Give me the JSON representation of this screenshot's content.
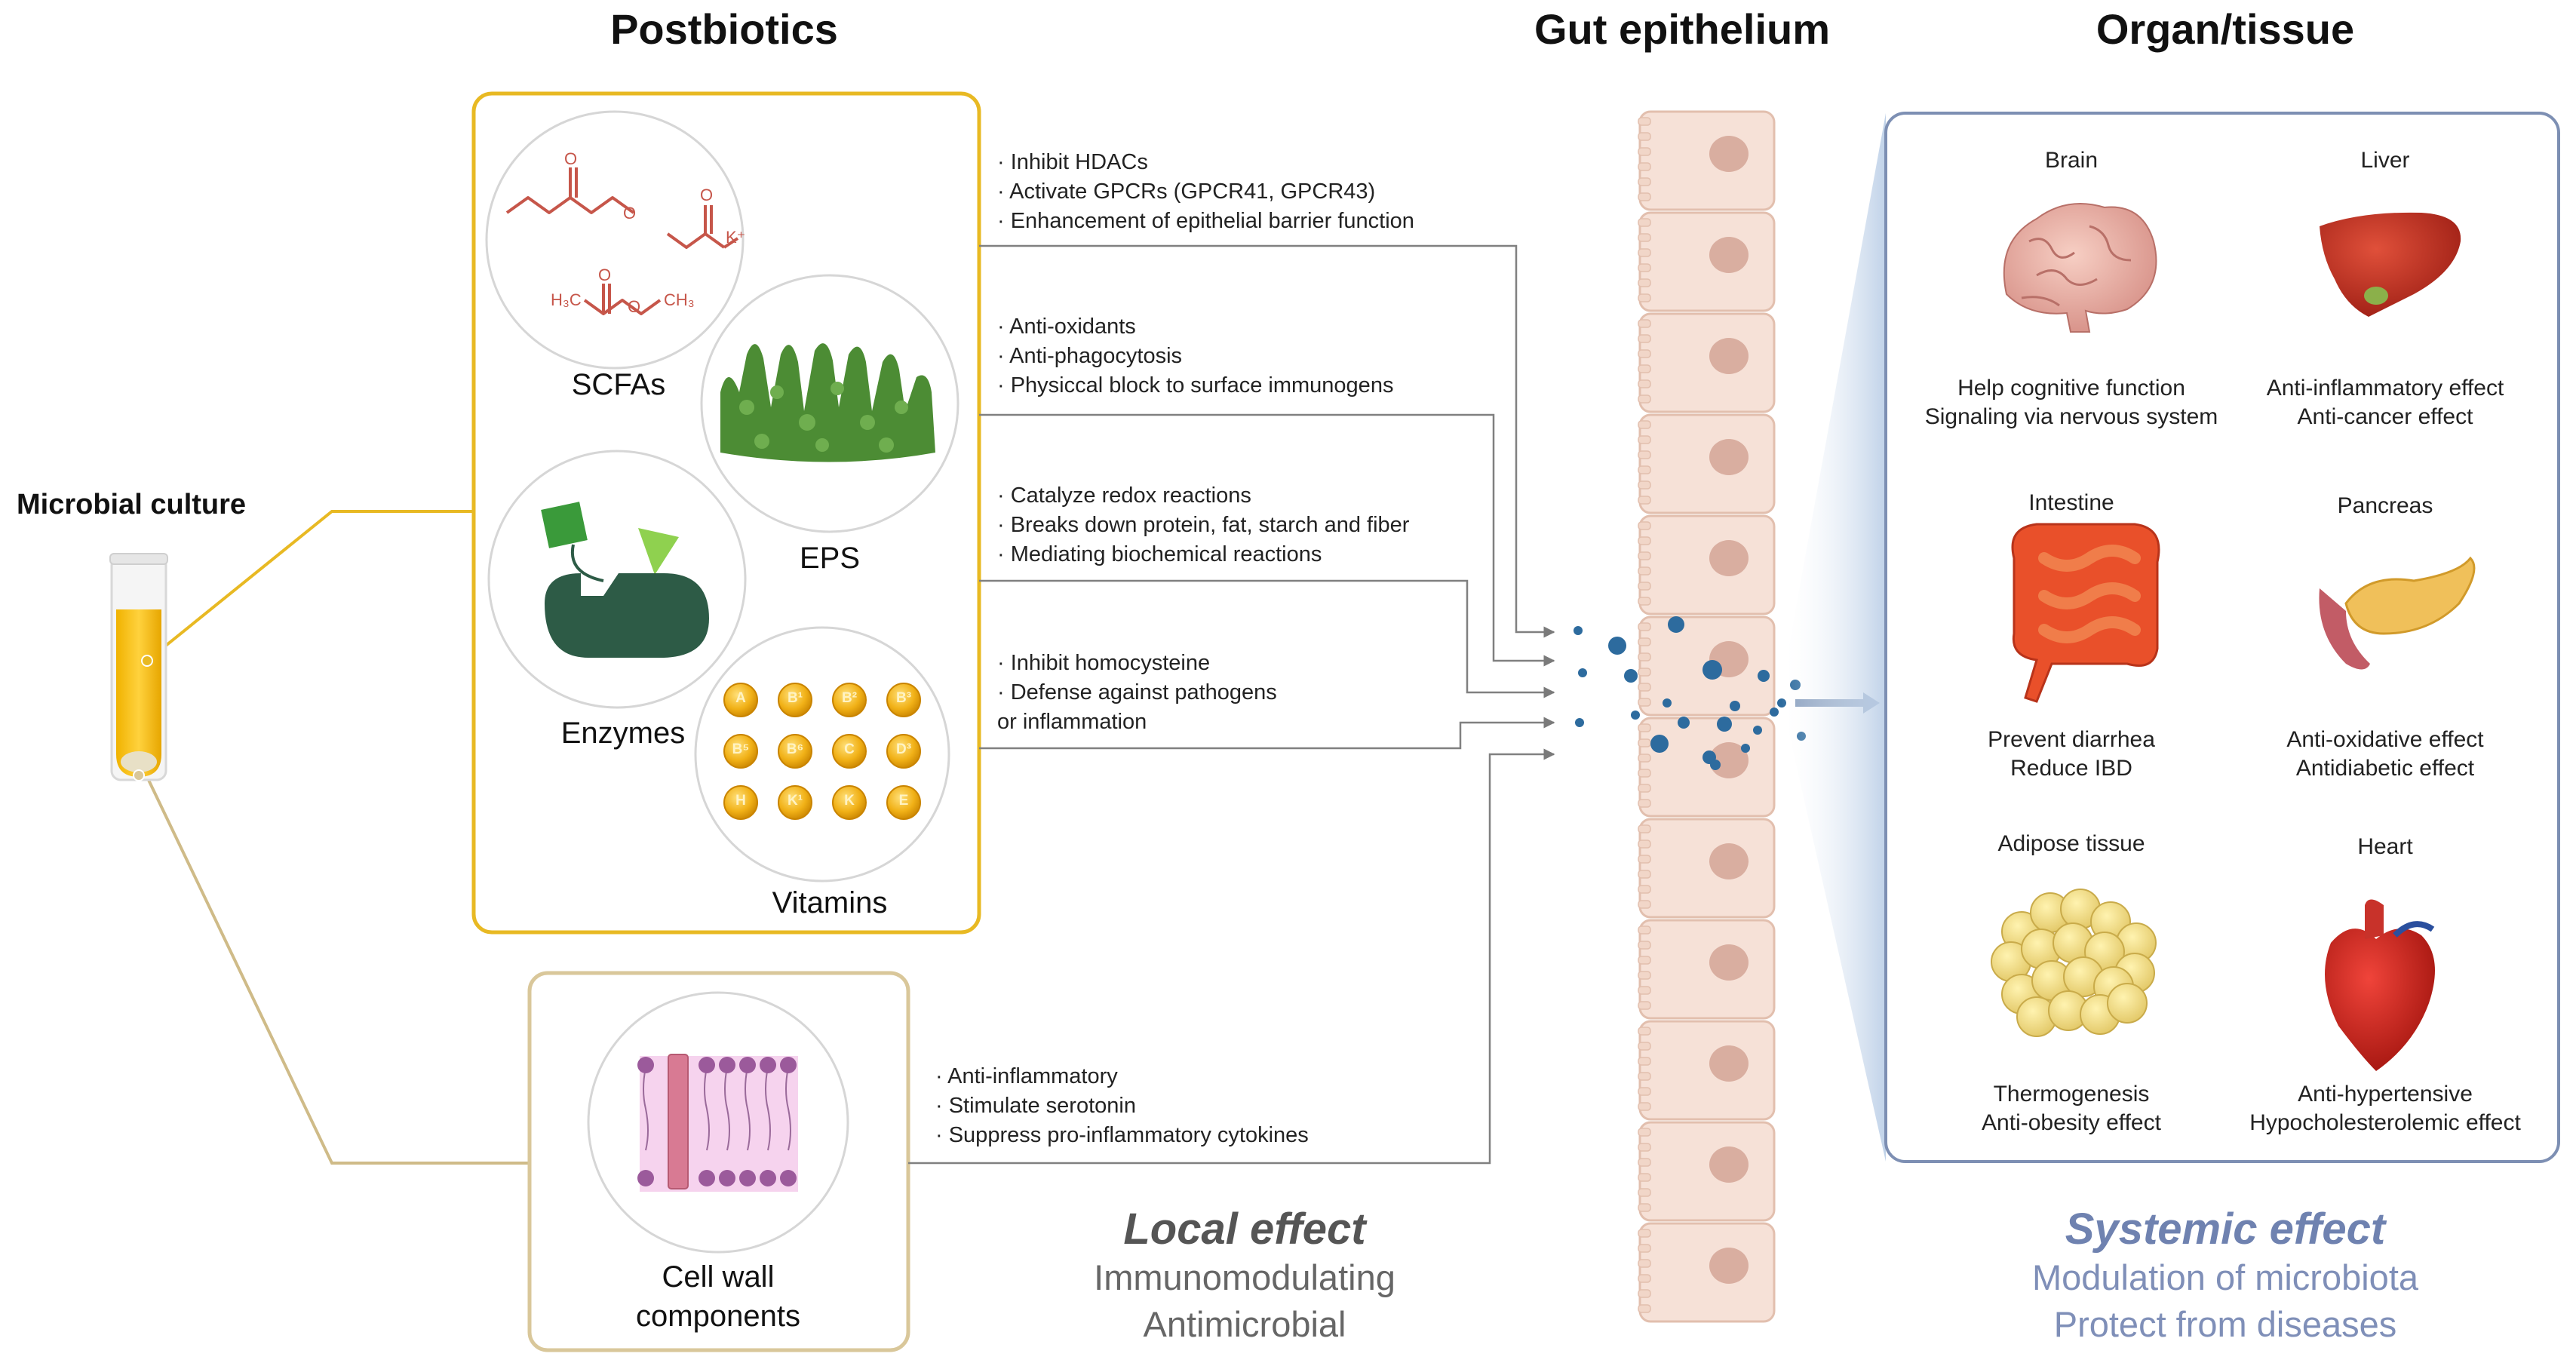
{
  "headers": {
    "postbiotics": "Postbiotics",
    "gut_epithelium": "Gut epithelium",
    "organ_tissue": "Organ/tissue",
    "microbial_culture": "Microbial culture"
  },
  "categories": {
    "scfas": "SCFAs",
    "eps": "EPS",
    "enzymes": "Enzymes",
    "vitamins": "Vitamins",
    "cell_wall_line1": "Cell wall",
    "cell_wall_line2": "components"
  },
  "chem_labels": {
    "potassium": "K⁺",
    "methyl_left": "H₃C",
    "methyl_right": "CH₃"
  },
  "vitamin_letters": [
    "A",
    "B¹",
    "B²",
    "B³",
    "B⁵",
    "B⁶",
    "C",
    "D³",
    "H",
    "K¹",
    "K",
    "E"
  ],
  "effects": {
    "scfas": [
      "· Inhibit HDACs",
      "· Activate GPCRs (GPCR41, GPCR43)",
      "· Enhancement of epithelial barrier function"
    ],
    "eps": [
      "· Anti-oxidants",
      "· Anti-phagocytosis",
      "· Physiccal block to surface immunogens"
    ],
    "enzymes": [
      "· Catalyze redox reactions",
      "· Breaks down protein, fat, starch and fiber",
      "· Mediating biochemical reactions"
    ],
    "vitamins": [
      "· Inhibit homocysteine",
      "· Defense against pathogens",
      "  or inflammation"
    ],
    "cell_wall": [
      "· Anti-inflammatory",
      "· Stimulate serotonin",
      "· Suppress pro-inflammatory cytokines"
    ]
  },
  "organs": {
    "brain": {
      "name": "Brain",
      "effects": [
        "Help cognitive function",
        "Signaling via nervous system"
      ]
    },
    "liver": {
      "name": "Liver",
      "effects": [
        "Anti-inflammatory effect",
        "Anti-cancer effect"
      ]
    },
    "intestine": {
      "name": "Intestine",
      "effects": [
        "Prevent diarrhea",
        "Reduce IBD"
      ]
    },
    "pancreas": {
      "name": "Pancreas",
      "effects": [
        "Anti-oxidative effect",
        "Antidiabetic effect"
      ]
    },
    "adipose": {
      "name": "Adipose tissue",
      "effects": [
        "Thermogenesis",
        "Anti-obesity effect"
      ]
    },
    "heart": {
      "name": "Heart",
      "effects": [
        "Anti-hypertensive",
        "Hypocholesterolemic effect"
      ]
    }
  },
  "local_effect": {
    "title": "Local effect",
    "line1": "Immunomodulating",
    "line2": "Antimicrobial"
  },
  "systemic_effect": {
    "title": "Systemic effect",
    "line1": "Modulation of microbiota",
    "line2": "Protect from diseases"
  },
  "colors": {
    "gold": "#e8b923",
    "cell_wall_border": "#d9c79a",
    "tube_line": "#cfbb88",
    "organ_border": "#7d8fb3",
    "systemic_text": "#7f8fb8",
    "local_text": "#666666",
    "chem_red": "#c6564a",
    "eps_green": "#4c8c34",
    "enzyme_green": "#2d5b46",
    "vitamin_gold": "#eaa412",
    "epithelium_cell": "#f6e1d7",
    "epithelium_border": "#e2bfae",
    "nucleus": "#d9aea0",
    "dot_blue": "#2d6b9e",
    "arrow_gray": "#808080"
  }
}
